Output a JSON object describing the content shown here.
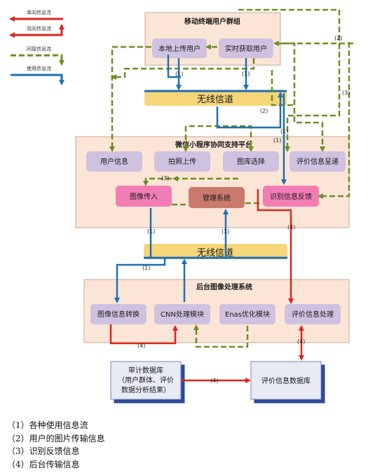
{
  "legend": {
    "one_way": "单向信息流",
    "two_way": "双向信息流",
    "indirect": "间接信息流",
    "usage": "使用信息流"
  },
  "groups": {
    "mobile": "移动终端用户群组",
    "platform": "微信小程序协同支持平台",
    "backend": "后台图像处理系统"
  },
  "nodes": {
    "local_upload": "本地上传用户",
    "realtime_user": "实时获取用户",
    "user_info": "用户信息",
    "photo_upload": "拍照上传",
    "gallery_select": "图库选择",
    "eval_present": "评价信息呈递",
    "image_in": "图像传入",
    "mgmt": "管理系统",
    "recog_feedback": "识别信息反馈",
    "img_convert": "图像信息转换",
    "cnn": "CNN处理模块",
    "enas": "Enas优化模块",
    "eval_process": "评价信息处理",
    "audit_db_1": "审计数据库",
    "audit_db_2": "（用户群体、评价",
    "audit_db_3": "数据分析结果）",
    "eval_db": "评价信息数据库"
  },
  "channels": {
    "top": "无线信道",
    "middle": "无线信道"
  },
  "flow_labels": {
    "l1": "(1)",
    "l2": "(2)",
    "l3": "(3)",
    "l4": "(4)"
  },
  "notes": [
    "（1）各种使用信息流",
    "（2）用户的图片传输信息",
    "（3）识别反馈信息",
    "（4）后台传输信息"
  ],
  "colors": {
    "green_dash": "#6b8e23",
    "blue": "#1f6fb5",
    "red": "#e0241b",
    "channel": "#f5d77a",
    "group_fill": "#fbe5d6",
    "node_purple": "#cfc2e0",
    "node_pink": "#f27db4",
    "node_brown": "#c97a6c",
    "db_fill": "#e8eaf4"
  }
}
